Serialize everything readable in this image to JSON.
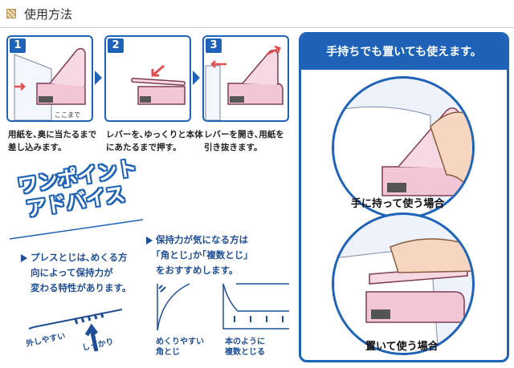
{
  "header": {
    "title": "使用方法"
  },
  "steps": [
    {
      "number": "1",
      "caption_line1": "用紙を､奥に当たるまで",
      "caption_line2": "差し込みます。",
      "label": "ここまで"
    },
    {
      "number": "2",
      "caption_line1": "レバーを､ゆっくりと本体",
      "caption_line2": "にあたるまで押す。"
    },
    {
      "number": "3",
      "caption_line1": "レバーを開き､用紙を",
      "caption_line2": "引き抜きます。"
    }
  ],
  "right_panel": {
    "banner": "手持ちでも置いても使えます。",
    "caption_hand": "手に持って使う場合",
    "caption_placed": "置いて使う場合"
  },
  "advice": {
    "title_line1": "ワンポイント",
    "title_line2": "アドバイス",
    "left_line1": "プレスとじは､めくる方",
    "left_line2": "向によって保持力が",
    "left_line3": "変わる特性があります。",
    "label_loose": "外しやすい",
    "label_firm": "しっかり",
    "right_line1": "保持力が気になる方は",
    "right_line2": "｢角とじ｣か｢複数とじ｣",
    "right_line3": "をおすすめします。",
    "corner_line1": "めくりやすい",
    "corner_line2": "角とじ",
    "multi_line1": "本のように",
    "multi_line2": "複数とじる"
  },
  "colors": {
    "brand_blue": "#1e63b8",
    "device_pink": "#f2c6d4"
  },
  "icons": [
    "arrow-right-icon",
    "pink-arrow-icon",
    "stapler-device-icon",
    "hand-icon"
  ]
}
